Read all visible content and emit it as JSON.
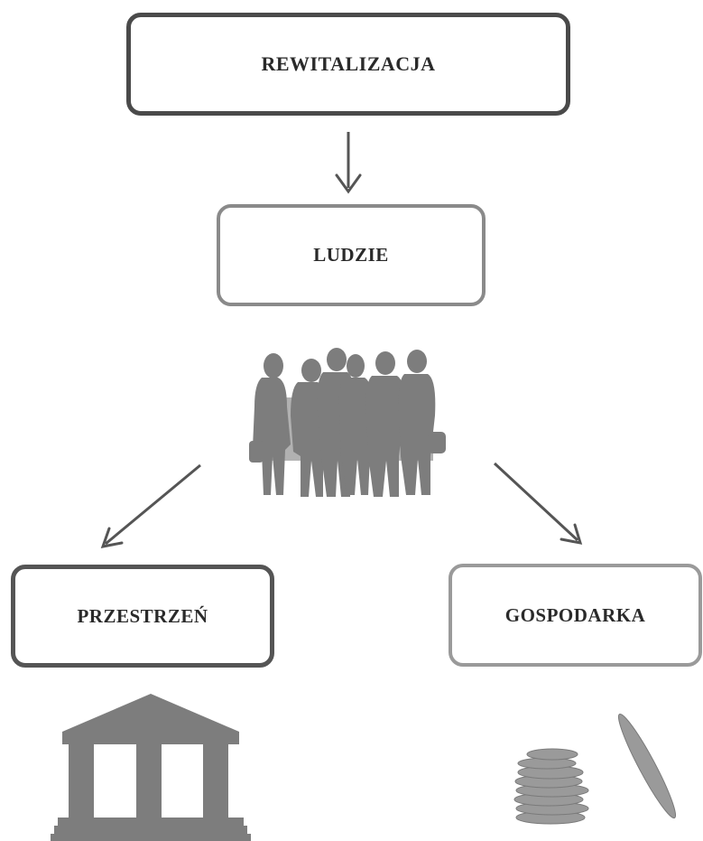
{
  "diagram": {
    "top_box": {
      "label": "REWITALIZACJA"
    },
    "middle_box": {
      "label": "LUDZIE"
    },
    "left_box": {
      "label": "PRZESTRZEŃ"
    },
    "right_box": {
      "label": "GOSPODARKA"
    },
    "icons": {
      "people": "people-group-icon",
      "building": "classical-building-icon",
      "coins": "coin-stack-icon"
    },
    "colors": {
      "arrow": "#555555",
      "silhouette": "#7d7d7d",
      "box_border_dark": "#4a4a4a",
      "box_border_light": "#9a9a9a"
    }
  }
}
